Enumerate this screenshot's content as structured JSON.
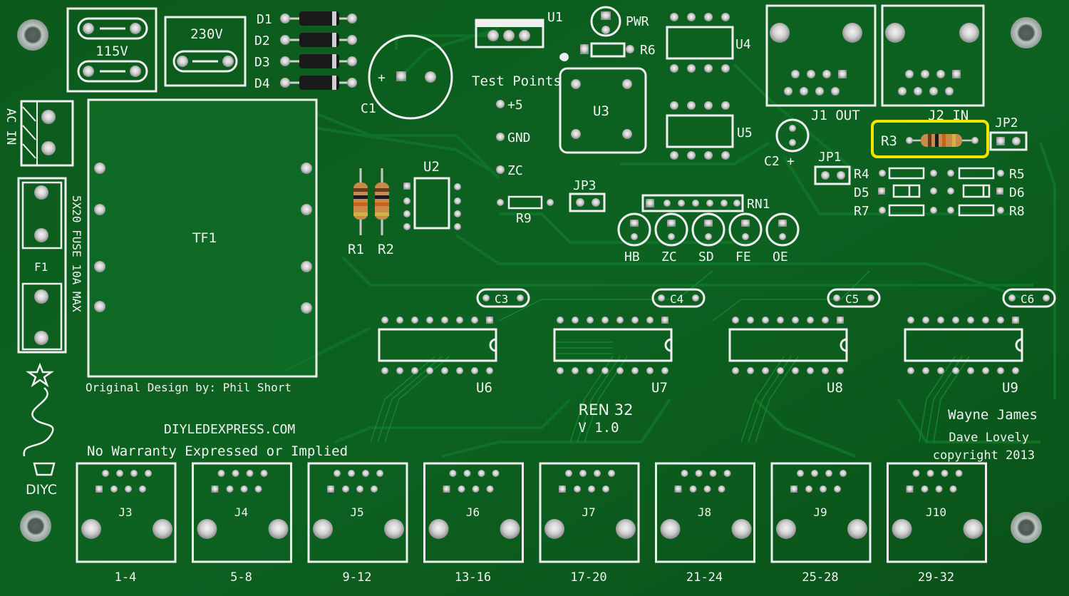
{
  "board": {
    "silk_color": "#f0f0f0",
    "pcb_color": "#0c5a1c",
    "highlight_color": "#f5e400"
  },
  "labels": {
    "sw115": "115V",
    "sw230": "230V",
    "d1": "D1",
    "d2": "D2",
    "d3": "D3",
    "d4": "D4",
    "u1": "U1",
    "pwr": "PWR",
    "r6": "R6",
    "u4": "U4",
    "c1": "C1",
    "test_points": "Test Points",
    "tp_5v": "+5",
    "tp_gnd": "GND",
    "tp_zc": "ZC",
    "u3": "U3",
    "u5": "U5",
    "j1": "J1 OUT",
    "j2": "J2 IN",
    "r3": "R3",
    "jp2": "JP2",
    "c2": "C2",
    "jp1": "JP1",
    "r4": "R4",
    "r5": "R5",
    "d5": "D5",
    "d6": "D6",
    "r7": "R7",
    "r8": "R8",
    "ac_in": "AC IN",
    "fuse": "5X20 FUSE 10A MAX",
    "f1": "F1",
    "tf1": "TF1",
    "r1": "R1",
    "r2": "R2",
    "u2": "U2",
    "r9": "R9",
    "jp3": "JP3",
    "rn1": "RN1",
    "led_hb": "HB",
    "led_zc": "ZC",
    "led_sd": "SD",
    "led_fe": "FE",
    "led_oe": "OE",
    "c3": "C3",
    "c4": "C4",
    "c5": "C5",
    "c6": "C6",
    "u6": "U6",
    "u7": "U7",
    "u8": "U8",
    "u9": "U9",
    "original_design": "Original Design by: Phil Short",
    "website": "DIYLEDEXPRESS.COM",
    "warranty": "No Warranty Expressed or Implied",
    "ren_title": "REN 32",
    "version": "V 1.0",
    "author1": "Wayne James",
    "author2": "Dave Lovely",
    "copyright": "copyright 2013",
    "diyc": "DIYC"
  },
  "ports": [
    {
      "id": "J3",
      "range": "1-4"
    },
    {
      "id": "J4",
      "range": "5-8"
    },
    {
      "id": "J5",
      "range": "9-12"
    },
    {
      "id": "J6",
      "range": "13-16"
    },
    {
      "id": "J7",
      "range": "17-20"
    },
    {
      "id": "J8",
      "range": "21-24"
    },
    {
      "id": "J9",
      "range": "25-28"
    },
    {
      "id": "J10",
      "range": "29-32"
    }
  ]
}
